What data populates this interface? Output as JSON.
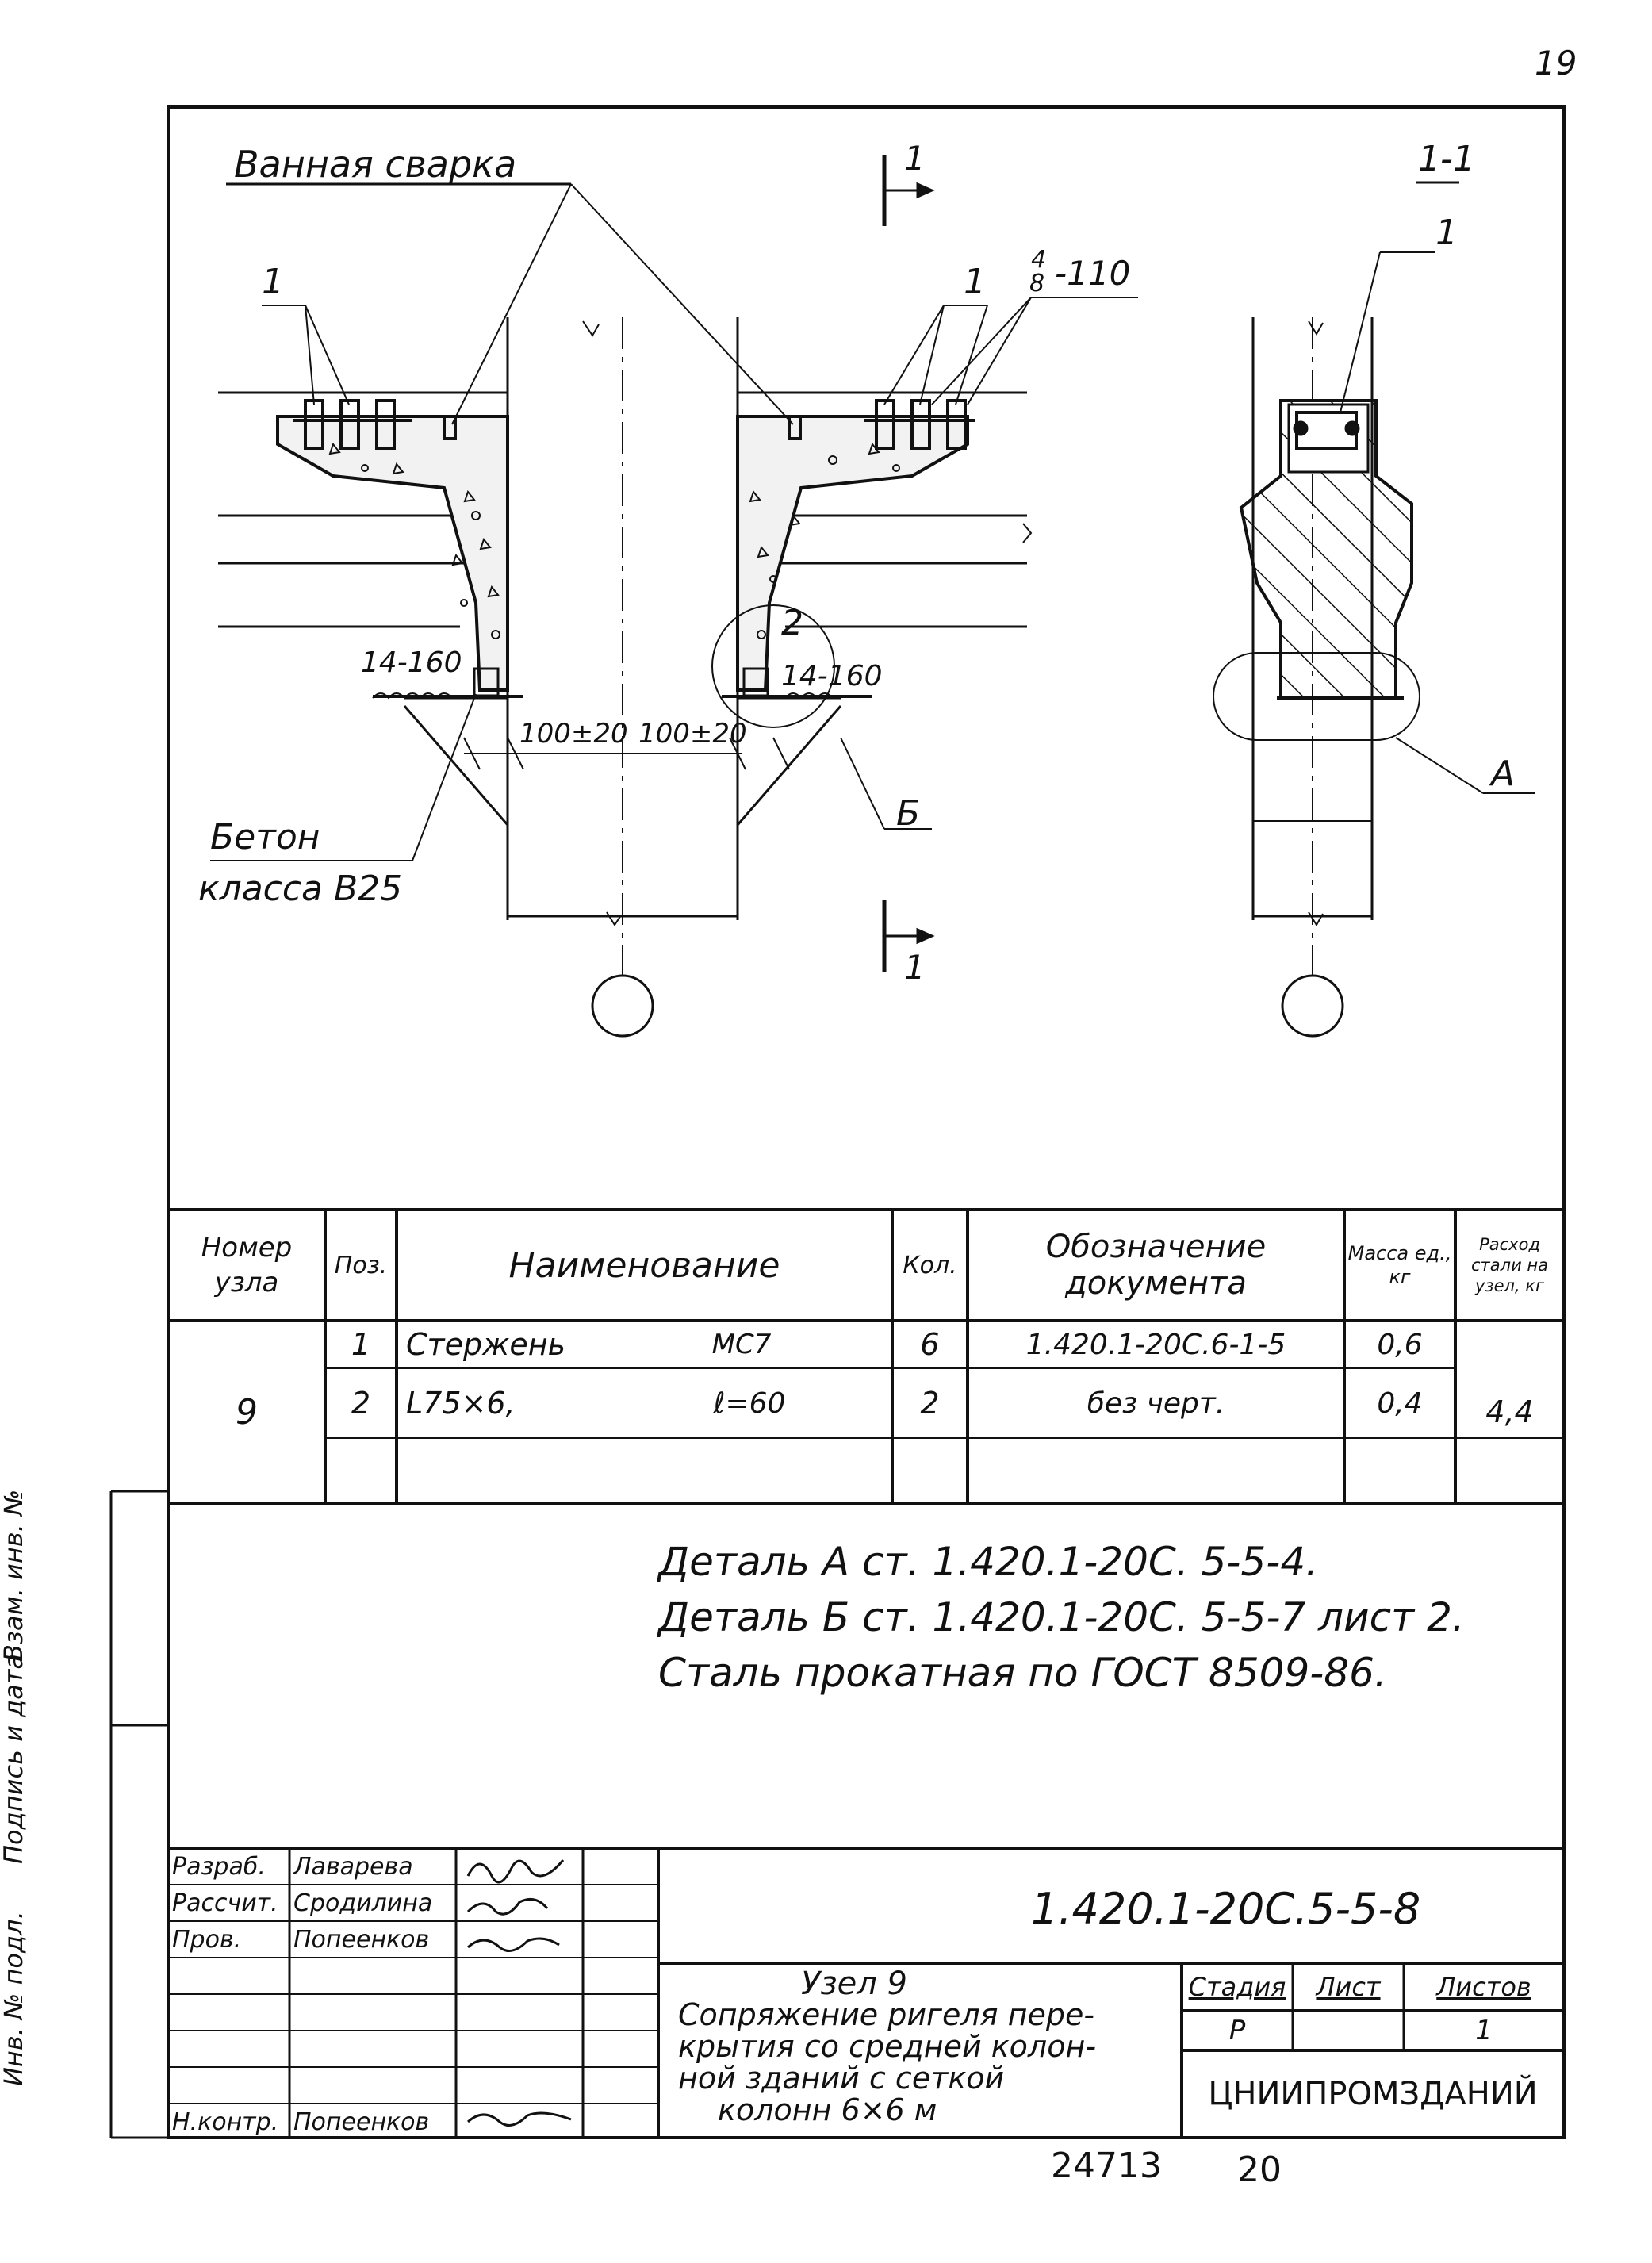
{
  "page_number": "19",
  "drawing": {
    "label_welding": "Ванная сварка",
    "label_concrete_1": "Бетон",
    "label_concrete_2": "класса В25",
    "section_mark_top": "1",
    "section_mark_bottom": "1",
    "section_title": "1-1",
    "pos1_left": "1",
    "pos1_right": "1",
    "pos1_section": "1",
    "rebar_fraction_top": "4",
    "rebar_fraction_bottom": "8",
    "rebar_spacing": "-110",
    "weld_left": "14-160",
    "weld_right": "14-160",
    "pos2": "2",
    "dim_left": "100±20",
    "dim_right": "100±20",
    "detail_b": "Б",
    "detail_a": "А"
  },
  "spec_table": {
    "headers": {
      "node_no": "Номер узла",
      "pos": "Поз.",
      "name": "Наименование",
      "qty": "Кол.",
      "doc": "Обозначение документа",
      "mass_unit": "Масса ед., кг",
      "steel_per_node": "Расход стали на узел, кг"
    },
    "node_no": "9",
    "steel_total": "4,4",
    "rows": [
      {
        "pos": "1",
        "name": "Стержень",
        "mark": "МС7",
        "qty": "6",
        "doc": "1.420.1-20С.6-1-5",
        "mass": "0,6"
      },
      {
        "pos": "2",
        "name": "L75×6,",
        "mark": "ℓ=60",
        "qty": "2",
        "doc": "без черт.",
        "mass": "0,4"
      }
    ]
  },
  "notes": [
    "Деталь А ст. 1.420.1-20С. 5-5-4.",
    "Деталь Б ст. 1.420.1-20С. 5-5-7 лист 2.",
    "Сталь прокатная по ГОСТ 8509-86."
  ],
  "side_stamp": {
    "inv_no": "Инв. № подл.",
    "sign_date": "Подпись и дата",
    "replace_inv": "Взам. инв. №"
  },
  "title_block": {
    "designation": "1.420.1-20С.5-5-8",
    "roles": [
      {
        "role": "Разраб.",
        "name": "Лаварева"
      },
      {
        "role": "Рассчит.",
        "name": "Сродилина"
      },
      {
        "role": "Пров.",
        "name": "Попеенков"
      },
      {
        "role": "",
        "name": ""
      },
      {
        "role": "",
        "name": ""
      },
      {
        "role": "",
        "name": ""
      },
      {
        "role": "",
        "name": ""
      },
      {
        "role": "Н.контр.",
        "name": "Попеенков"
      }
    ],
    "title_line1": "Узел 9",
    "title_line2": "Сопряжение ригеля пере-",
    "title_line3": "крытия со средней колон-",
    "title_line4": "ной зданий с сеткой",
    "title_line5": "колонн 6×6 м",
    "stage_label": "Стадия",
    "stage_value": "Р",
    "sheet_label": "Лист",
    "sheet_value": "",
    "sheets_label": "Листов",
    "sheets_value": "1",
    "organization": "ЦНИИПРОМЗДАНИЙ"
  },
  "footer": {
    "inventory": "24713",
    "page": "20"
  }
}
